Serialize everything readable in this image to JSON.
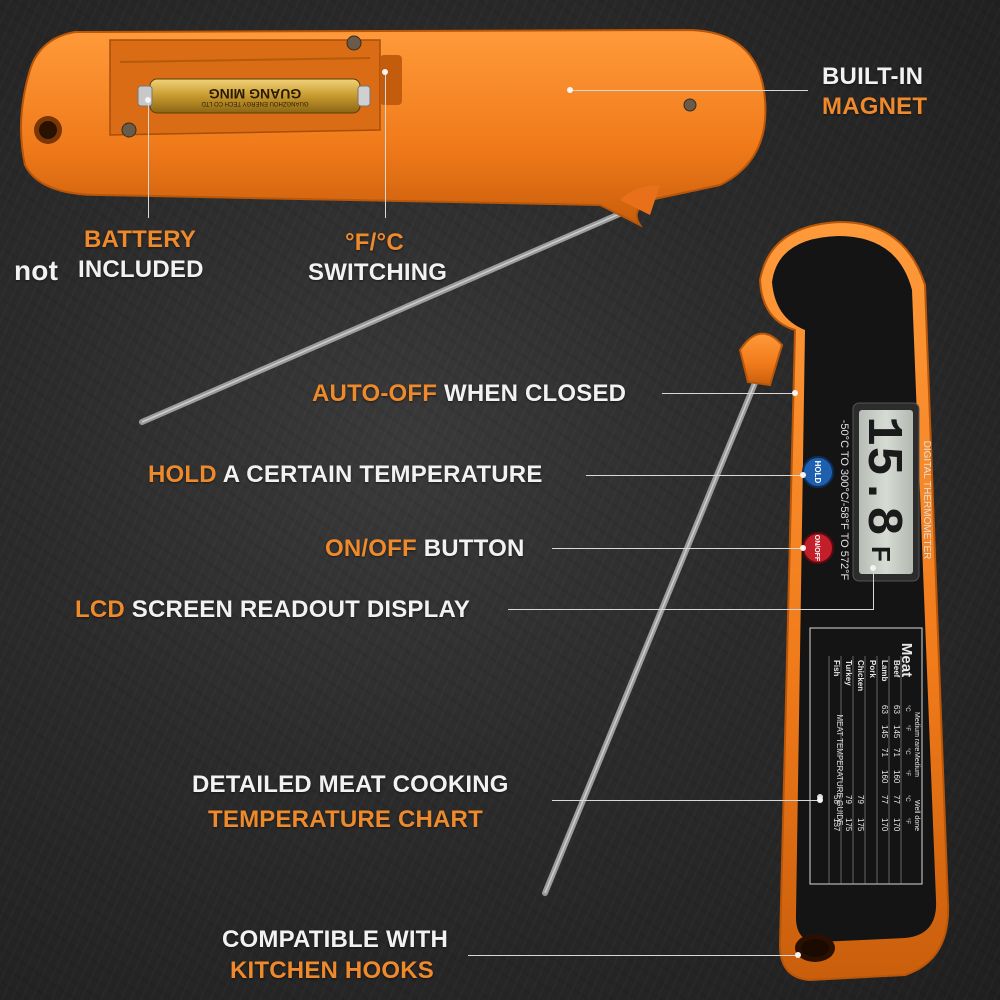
{
  "colors": {
    "body_orange": "#f07a1a",
    "body_orange_dark": "#c95e0c",
    "face_black": "#141414",
    "accent_text": "#ef8a2c",
    "hold_button": "#1f5fb0",
    "onoff_button": "#c21f2a",
    "lcd": "#c9cfc6"
  },
  "callouts": {
    "magnet": {
      "line1": "BUILT-IN",
      "line2": "MAGNET"
    },
    "battery": {
      "line1": "BATTERY",
      "not_word": "not",
      "line2": "INCLUDED"
    },
    "switching": {
      "line1": "°F/°C",
      "line2": "SWITCHING"
    },
    "auto_off": {
      "accent": "AUTO-OFF",
      "rest": " WHEN CLOSED"
    },
    "hold": {
      "accent": "HOLD",
      "rest": " A CERTAIN TEMPERATURE"
    },
    "onoff": {
      "accent": "ON/OFF",
      "rest": " BUTTON"
    },
    "lcd": {
      "accent": "LCD",
      "rest": " SCREEN READOUT DISPLAY"
    },
    "chart": {
      "line1": "DETAILED MEAT COOKING",
      "line2": "TEMPERATURE CHART"
    },
    "hooks": {
      "line1": "COMPATIBLE WITH",
      "line2": "KITCHEN HOOKS"
    }
  },
  "device": {
    "battery_brand": "GUANG MING",
    "battery_subtext": "GUANGZHOU ENERGY TECH CO LTD",
    "face_title": "DIGITAL THERMOMETER",
    "range_text": "-50°C TO 300°C/-58°F TO 572°F",
    "hold_label": "HOLD",
    "onoff_label": "ON/OFF",
    "lcd_reading": "15.8",
    "lcd_unit": "F",
    "guide_title": "MEAT TEMPERATURE GUIDE",
    "table": {
      "title": "Meat",
      "doneness": [
        "Medium rare",
        "Medium",
        "Well done"
      ],
      "units": [
        "°C",
        "°F",
        "°C",
        "°F",
        "°C",
        "°F"
      ],
      "rows": [
        {
          "meat": "Beef",
          "values": [
            "63",
            "145",
            "71",
            "160",
            "77",
            "170"
          ]
        },
        {
          "meat": "Lamb",
          "values": [
            "63",
            "145",
            "71",
            "160",
            "77",
            "170"
          ]
        },
        {
          "meat": "Pork",
          "values": [
            "",
            "",
            "",
            "",
            "",
            ""
          ]
        },
        {
          "meat": "Chicken",
          "values": [
            "",
            "",
            "",
            "",
            "79",
            "175"
          ]
        },
        {
          "meat": "Turkey",
          "values": [
            "",
            "",
            "",
            "",
            "79",
            "175"
          ]
        },
        {
          "meat": "Fish",
          "values": [
            "",
            "",
            "",
            "",
            "58",
            "137"
          ]
        }
      ]
    }
  }
}
